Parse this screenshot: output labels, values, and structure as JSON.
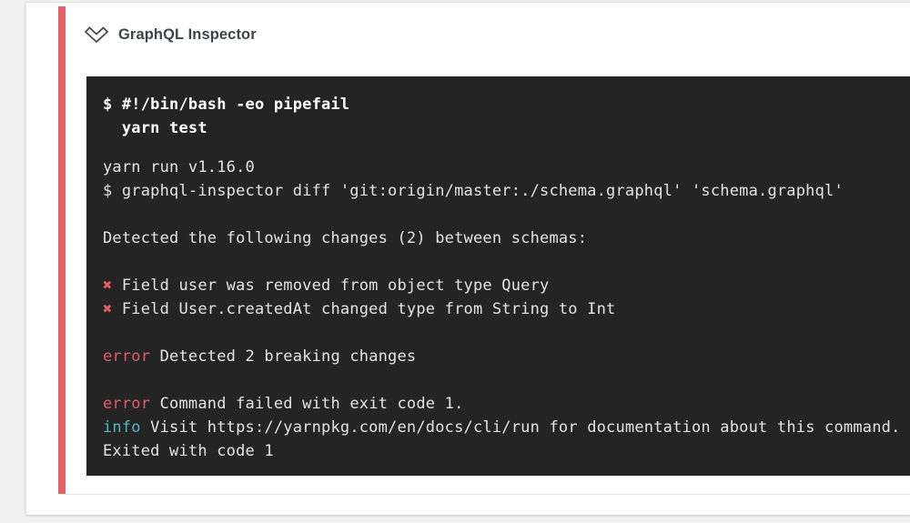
{
  "card": {
    "title": "GraphQL Inspector"
  },
  "colors": {
    "page_bg": "#f0f0f0",
    "panel_bg": "#ffffff",
    "panel_border": "#e2e2e2",
    "accent_red": "#e65f64",
    "title_text": "#3f4449",
    "icon_stroke": "#4b4b4b",
    "terminal_bg": "#242424",
    "terminal_fg": "#e4e4e4",
    "command_fg": "#ffffff",
    "mark_red": "#e25f5f",
    "error_red": "#e25c66",
    "info_cyan": "#4fb7c5"
  },
  "terminal": {
    "command_lines": [
      "$ #!/bin/bash -eo pipefail",
      "  yarn test"
    ],
    "output_lines": [
      [
        {
          "t": "yarn run v1.16.0",
          "c": "fg"
        }
      ],
      [
        {
          "t": "$ graphql-inspector diff 'git:origin/master:./schema.graphql' 'schema.graphql'",
          "c": "fg"
        }
      ],
      [],
      [
        {
          "t": "Detected the following changes (2) between schemas:",
          "c": "fg"
        }
      ],
      [],
      [
        {
          "t": "✖",
          "c": "mark"
        },
        {
          "t": " Field user was removed from object type Query",
          "c": "fg"
        }
      ],
      [
        {
          "t": "✖",
          "c": "mark"
        },
        {
          "t": " Field User.createdAt changed type from String to Int",
          "c": "fg"
        }
      ],
      [],
      [
        {
          "t": "error",
          "c": "error"
        },
        {
          "t": " Detected 2 breaking changes",
          "c": "fg"
        }
      ],
      [],
      [
        {
          "t": "error",
          "c": "error"
        },
        {
          "t": " Command failed with exit code 1.",
          "c": "fg"
        }
      ],
      [
        {
          "t": "info",
          "c": "info"
        },
        {
          "t": " Visit https://yarnpkg.com/en/docs/cli/run for documentation about this command.",
          "c": "fg"
        }
      ],
      [
        {
          "t": "Exited with code 1",
          "c": "fg"
        }
      ]
    ]
  }
}
